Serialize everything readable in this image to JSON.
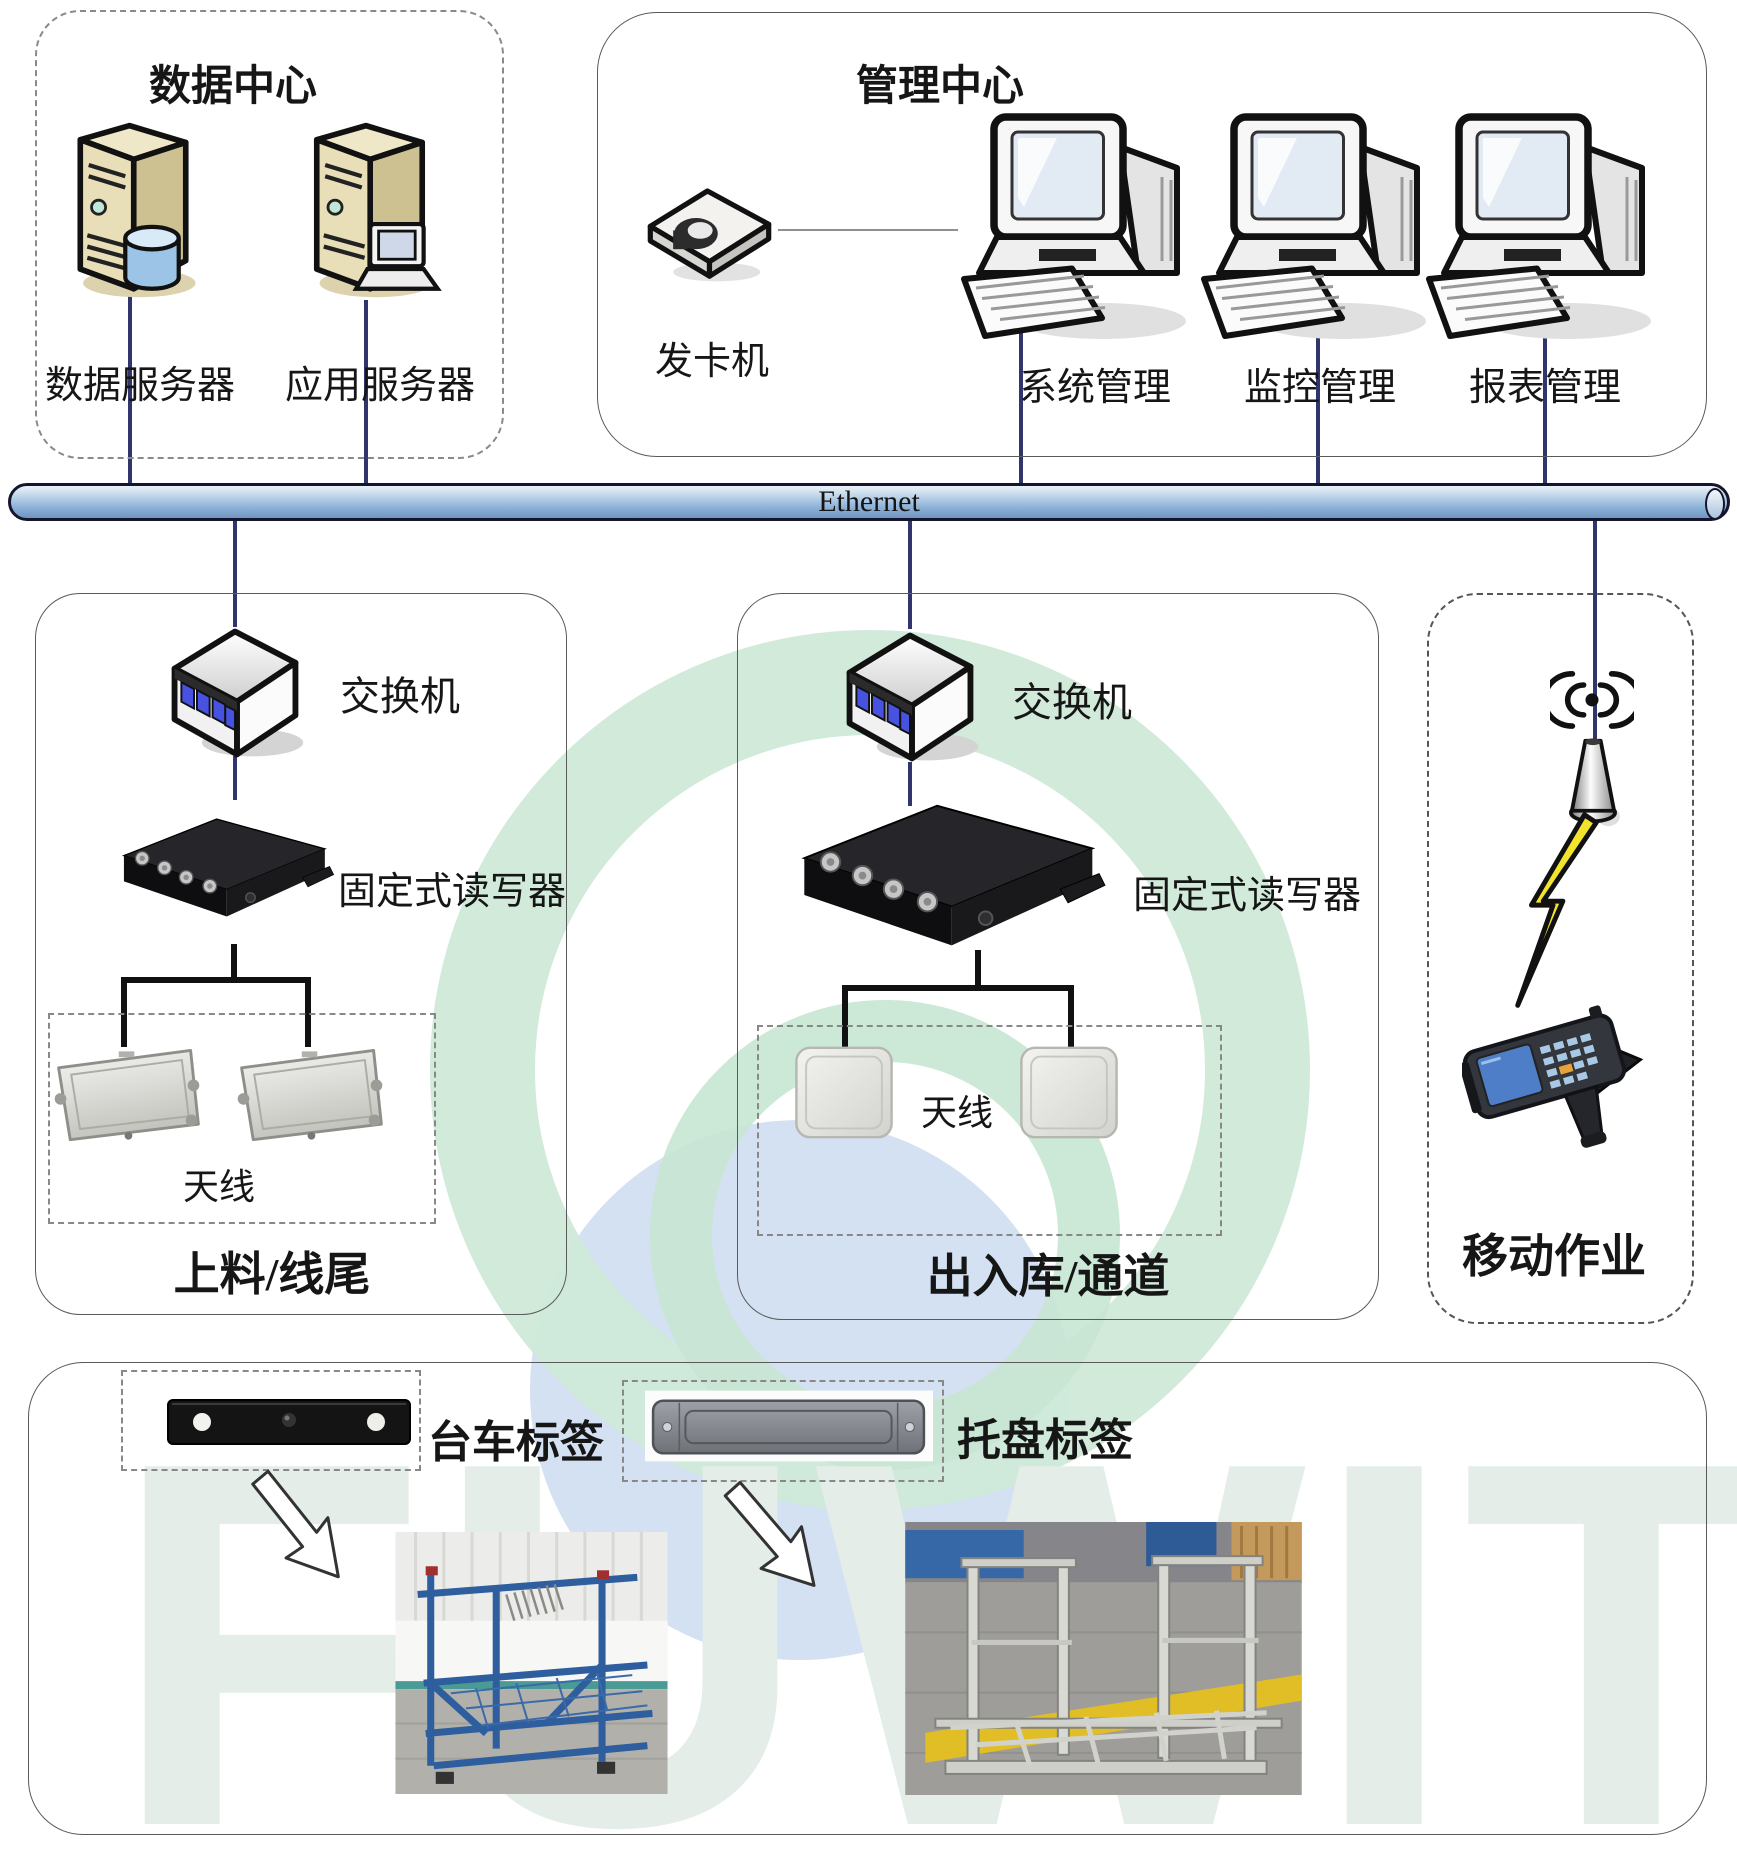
{
  "watermark": {
    "text": "FUWIT"
  },
  "ethernet": {
    "label": "Ethernet"
  },
  "data_center": {
    "title": "数据中心",
    "server1_label": "数据服务器",
    "server2_label": "应用服务器"
  },
  "management_center": {
    "title": "管理中心",
    "card_issuer_label": "发卡机",
    "workstation1_label": "系统管理",
    "workstation2_label": "监控管理",
    "workstation3_label": "报表管理"
  },
  "loading_zone": {
    "switch_label": "交换机",
    "reader_label": "固定式读写器",
    "antenna_label": "天线",
    "zone_label": "上料/线尾"
  },
  "gate_zone": {
    "switch_label": "交换机",
    "reader_label": "固定式读写器",
    "antenna_label": "天线",
    "zone_label": "出入库/通道"
  },
  "mobile_zone": {
    "zone_label": "移动作业"
  },
  "tags_section": {
    "trolley_tag_label": "台车标签",
    "pallet_tag_label": "托盘标签"
  },
  "colors": {
    "connector_navy": "#31356e",
    "ethernet_blue": "#8fb3d9",
    "led_blue": "#4753e0",
    "lightning_yellow": "#f2e32c",
    "watermark_green": "#cfe9d8",
    "watermark_blue": "#ccdcf0"
  }
}
